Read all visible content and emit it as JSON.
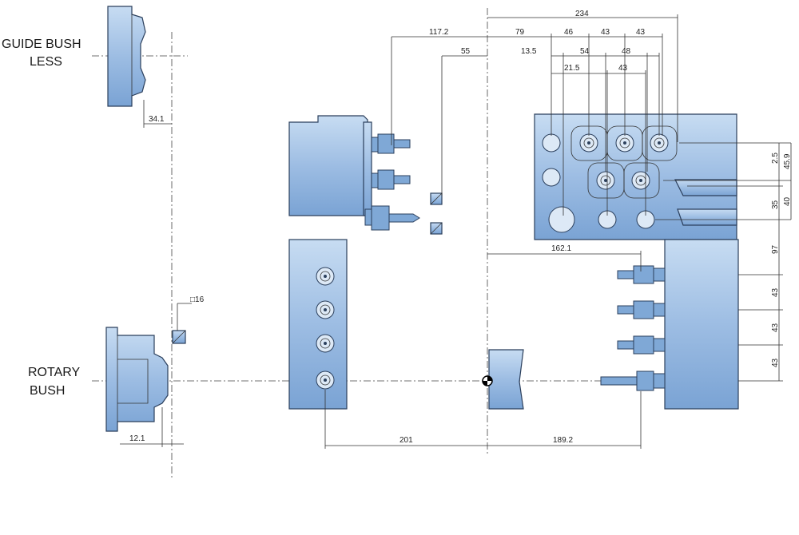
{
  "labels": {
    "guide_bush": "GUIDE BUSH",
    "guide_bush_less": "LESS",
    "rotary": "ROTARY",
    "rotary_bush": "BUSH"
  },
  "dims": {
    "d234": "234",
    "d117_2": "117.2",
    "d79": "79",
    "d46": "46",
    "d43a": "43",
    "d43b": "43",
    "d55": "55",
    "d13_5": "13.5",
    "d54": "54",
    "d48": "48",
    "d21_5": "21.5",
    "d43c": "43",
    "d34_1": "34.1",
    "d162_1": "162.1",
    "sq16": "□16",
    "d12_1": "12.1",
    "d201": "201",
    "d189_2": "189.2",
    "r2_5": "2.5",
    "r45_9": "45.9",
    "r35": "35",
    "r40": "40",
    "r97": "97",
    "r43a": "43",
    "r43b": "43",
    "r43c": "43"
  },
  "colors": {
    "block_light": "#bcd4ee",
    "block_mid": "#8fb3dd",
    "block_dark": "#5b8fc9",
    "outline": "#2b3f5c"
  }
}
